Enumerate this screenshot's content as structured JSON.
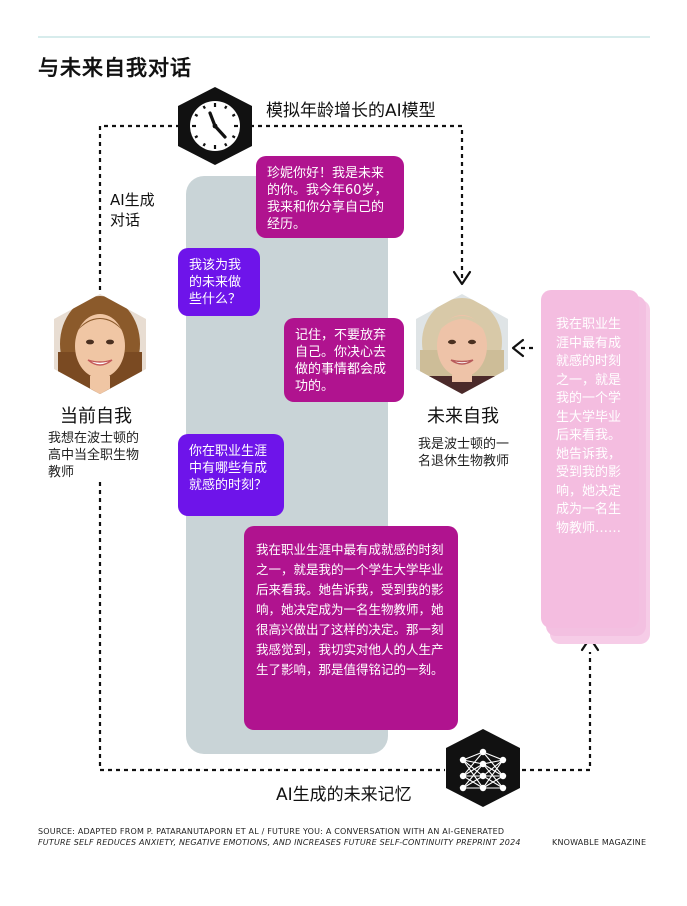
{
  "title": "与未来自我对话",
  "labels": {
    "aging_model": "模拟年龄增长的AI模型",
    "ai_dialogue_line1": "AI生成",
    "ai_dialogue_line2": "对话",
    "future_memory": "AI生成的未来记忆"
  },
  "current_self": {
    "name": "当前自我",
    "desc_line1": "我想在波士顿的",
    "desc_line2": "高中当全职生物",
    "desc_line3": "教师"
  },
  "future_self": {
    "name": "未来自我",
    "desc_line1": "我是波士顿的一",
    "desc_line2": "名退休生物教师"
  },
  "messages": {
    "m1": "珍妮你好！我是未来的你。我今年60岁，我来和你分享自己的经历。",
    "m2": "我该为我的未来做些什么？",
    "m3": "记住，不要放弃自己。你决心去做的事情都会成功的。",
    "m4": "你在职业生涯中有哪些有成就感的时刻？",
    "m5": "我在职业生涯中最有成就感的时刻之一，就是我的一个学生大学毕业后来看我。她告诉我，受到我的影响，她决定成为一名生物教师，她很高兴做出了这样的决定。那一刻我感觉到，我切实对他人的人生产生了影响，那是值得铭记的一刻。"
  },
  "memory_card": "我在职业生涯中最有成就感的时刻之一，就是我的一个学生大学毕业后来看我。她告诉我，受到我的影响，她决定成为一名生物教师……",
  "footer": {
    "source_line1": "SOURCE: ADAPTED FROM P. PATARANUTAPORN ET AL / FUTURE YOU: A CONVERSATION WITH AN AI-GENERATED",
    "source_line2": "FUTURE SELF REDUCES ANXIETY, NEGATIVE EMOTIONS, AND INCREASES FUTURE SELF-CONTINUITY PREPRINT 2024",
    "brand": "KNOWABLE MAGAZINE"
  },
  "colors": {
    "magenta": "#b0138f",
    "purple": "#6e14ea",
    "pink_card": "#f4bde0",
    "panel": "#c9d4d7"
  }
}
